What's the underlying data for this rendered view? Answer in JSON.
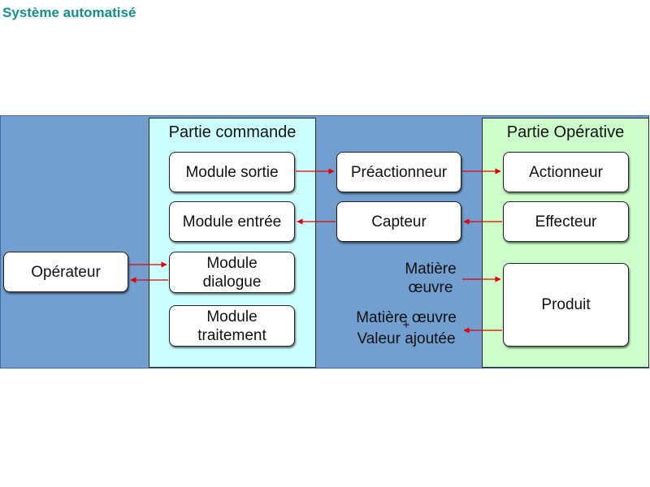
{
  "title": "Système automatisé",
  "panels": {
    "commande": "Partie commande",
    "operative": "Partie Opérative"
  },
  "boxes": {
    "operateur": "Opérateur",
    "module_sortie": "Module sortie",
    "module_entree": "Module entrée",
    "module_dialogue": "Module\ndialogue",
    "module_traitement": "Module\ntraitement",
    "preactionneur": "Préactionneur",
    "capteur": "Capteur",
    "actionneur": "Actionneur",
    "effecteur": "Effecteur",
    "produit": "Produit"
  },
  "labels": {
    "matiere_oeuvre_in": "Matière\nœuvre",
    "matiere_oeuvre_out": "Matière œuvre",
    "plus": "+",
    "valeur_ajoutee": "Valeur ajoutée"
  },
  "colors": {
    "title": "#13908a",
    "band": "#729fcf",
    "commande_panel": "#ccffff",
    "operative_panel": "#ccffcc",
    "arrow": "#e00000"
  }
}
